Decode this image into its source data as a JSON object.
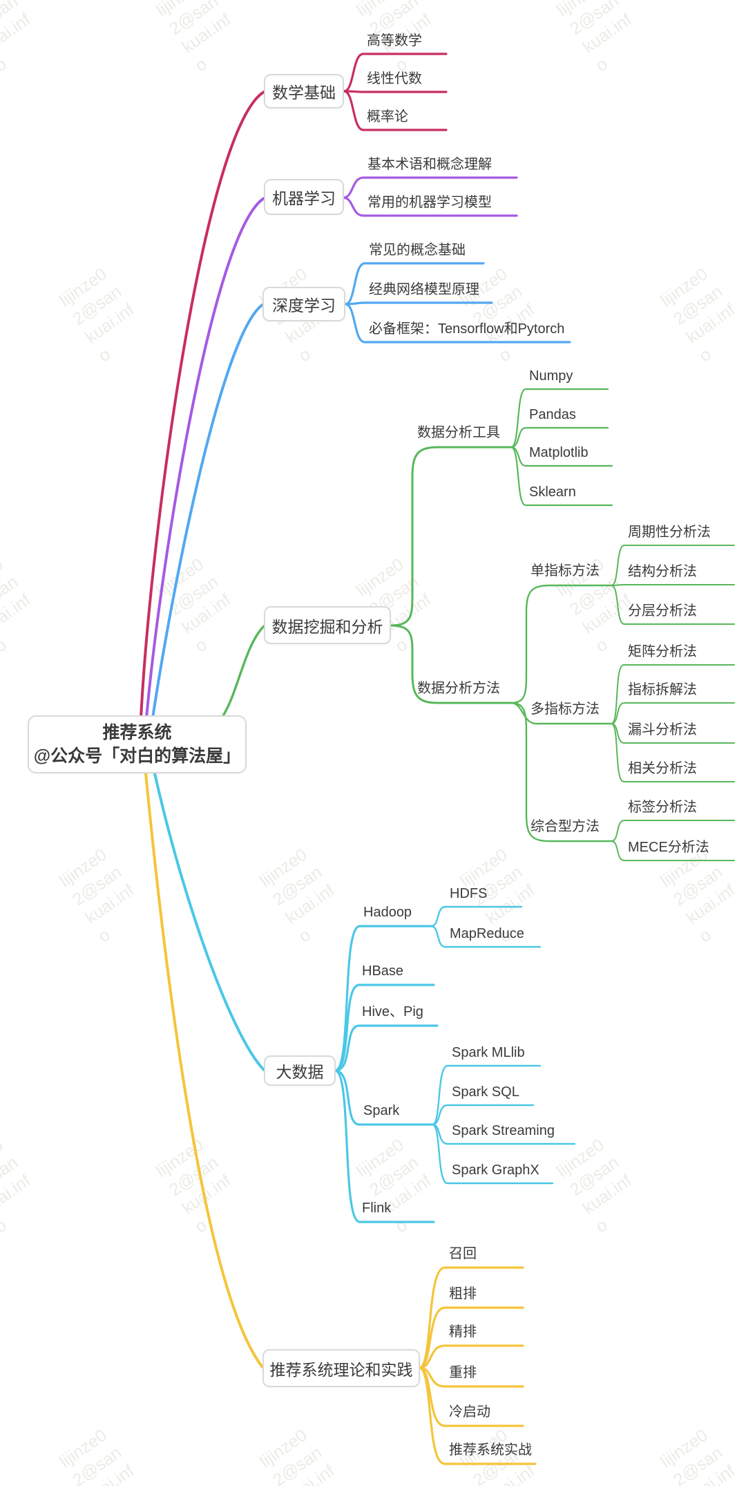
{
  "watermark": {
    "lines": [
      "lijinze0",
      "2@san",
      "kuai.inf",
      "o"
    ]
  },
  "mindmap": {
    "central": {
      "title": "推荐系统",
      "subtitle": "@公众号「对白的算法屋」"
    },
    "branches": [
      {
        "label": "数学基础",
        "color": "#c72e60",
        "children": [
          {
            "label": "高等数学"
          },
          {
            "label": "线性代数"
          },
          {
            "label": "概率论"
          }
        ]
      },
      {
        "label": "机器学习",
        "color": "#a55ae2",
        "children": [
          {
            "label": "基本术语和概念理解"
          },
          {
            "label": "常用的机器学习模型"
          }
        ]
      },
      {
        "label": "深度学习",
        "color": "#52a8f2",
        "children": [
          {
            "label": "常见的概念基础"
          },
          {
            "label": "经典网络模型原理"
          },
          {
            "label": "必备框架：Tensorflow和Pytorch"
          }
        ]
      },
      {
        "label": "数据挖掘和分析",
        "color": "#57b75a",
        "children": [
          {
            "label": "数据分析工具",
            "children": [
              {
                "label": "Numpy"
              },
              {
                "label": "Pandas"
              },
              {
                "label": "Matplotlib"
              },
              {
                "label": "Sklearn"
              }
            ]
          },
          {
            "label": "数据分析方法",
            "children": [
              {
                "label": "单指标方法",
                "children": [
                  {
                    "label": "周期性分析法"
                  },
                  {
                    "label": "结构分析法"
                  },
                  {
                    "label": "分层分析法"
                  }
                ]
              },
              {
                "label": "多指标方法",
                "children": [
                  {
                    "label": "矩阵分析法"
                  },
                  {
                    "label": "指标拆解法"
                  },
                  {
                    "label": "漏斗分析法"
                  },
                  {
                    "label": "相关分析法"
                  }
                ]
              },
              {
                "label": "综合型方法",
                "children": [
                  {
                    "label": "标签分析法"
                  },
                  {
                    "label": "MECE分析法"
                  }
                ]
              }
            ]
          }
        ]
      },
      {
        "label": "大数据",
        "color": "#4ac7e6",
        "children": [
          {
            "label": "Hadoop",
            "children": [
              {
                "label": "HDFS"
              },
              {
                "label": "MapReduce"
              }
            ]
          },
          {
            "label": "HBase"
          },
          {
            "label": "Hive、Pig"
          },
          {
            "label": "Spark",
            "children": [
              {
                "label": "Spark MLlib"
              },
              {
                "label": "Spark SQL"
              },
              {
                "label": "Spark Streaming"
              },
              {
                "label": "Spark GraphX"
              }
            ]
          },
          {
            "label": "Flink"
          }
        ]
      },
      {
        "label": "推荐系统理论和实践",
        "color": "#f5c43a",
        "children": [
          {
            "label": "召回"
          },
          {
            "label": "粗排"
          },
          {
            "label": "精排"
          },
          {
            "label": "重排"
          },
          {
            "label": "冷启动"
          },
          {
            "label": "推荐系统实战"
          }
        ]
      }
    ]
  }
}
